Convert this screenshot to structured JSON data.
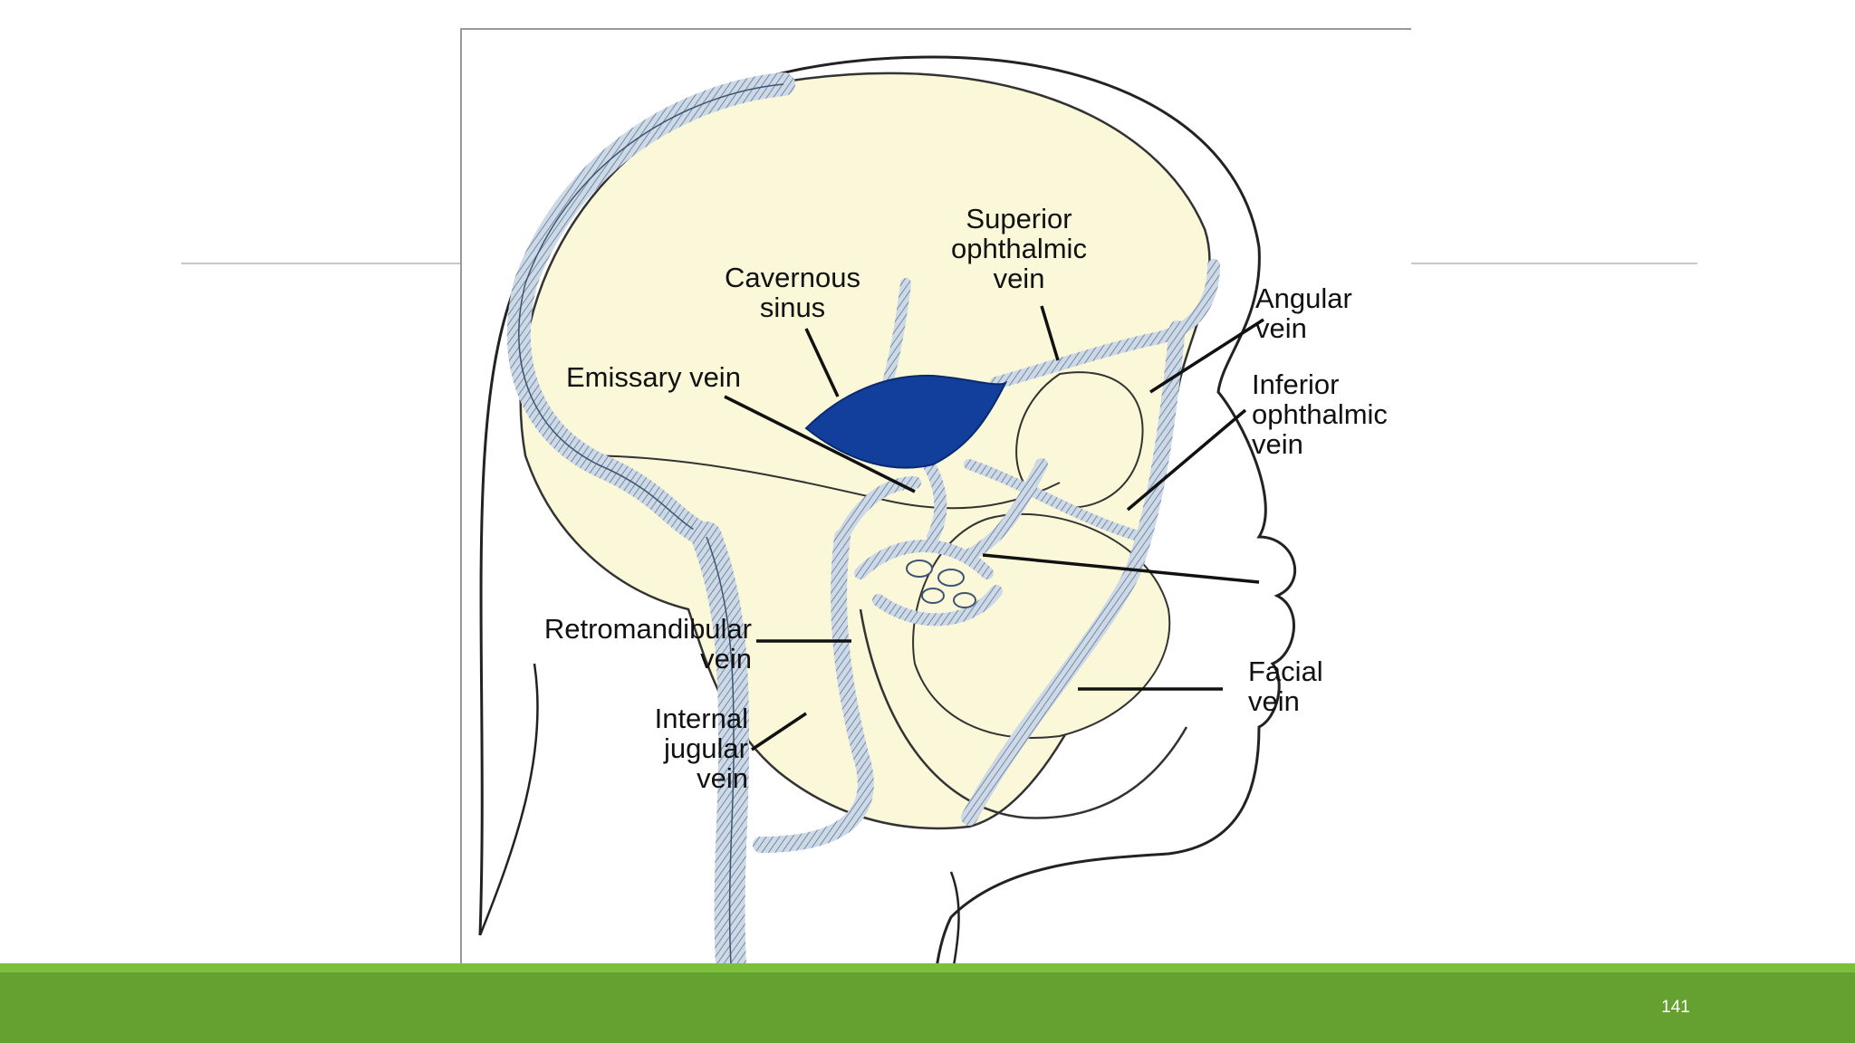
{
  "slide_number": "141",
  "labels": {
    "superior_ophthalmic_vein": "Superior\nophthalmic\nvein",
    "cavernous_sinus": "Cavernous\nsinus",
    "angular_vein": "Angular\nvein",
    "emissary_vein": "Emissary vein",
    "inferior_ophthalmic_vein": "Inferior\nophthalmic\nvein",
    "retromandibular_vein": "Retromandibular\nvein",
    "internal_jugular_vein": "Internal\njugular\nvein",
    "facial_vein": "Facial\nvein"
  },
  "colors": {
    "skull_fill": "#fbf8da",
    "vein": "#b8c7d8",
    "sinus": "#123e9c",
    "footer": "#64a131"
  }
}
